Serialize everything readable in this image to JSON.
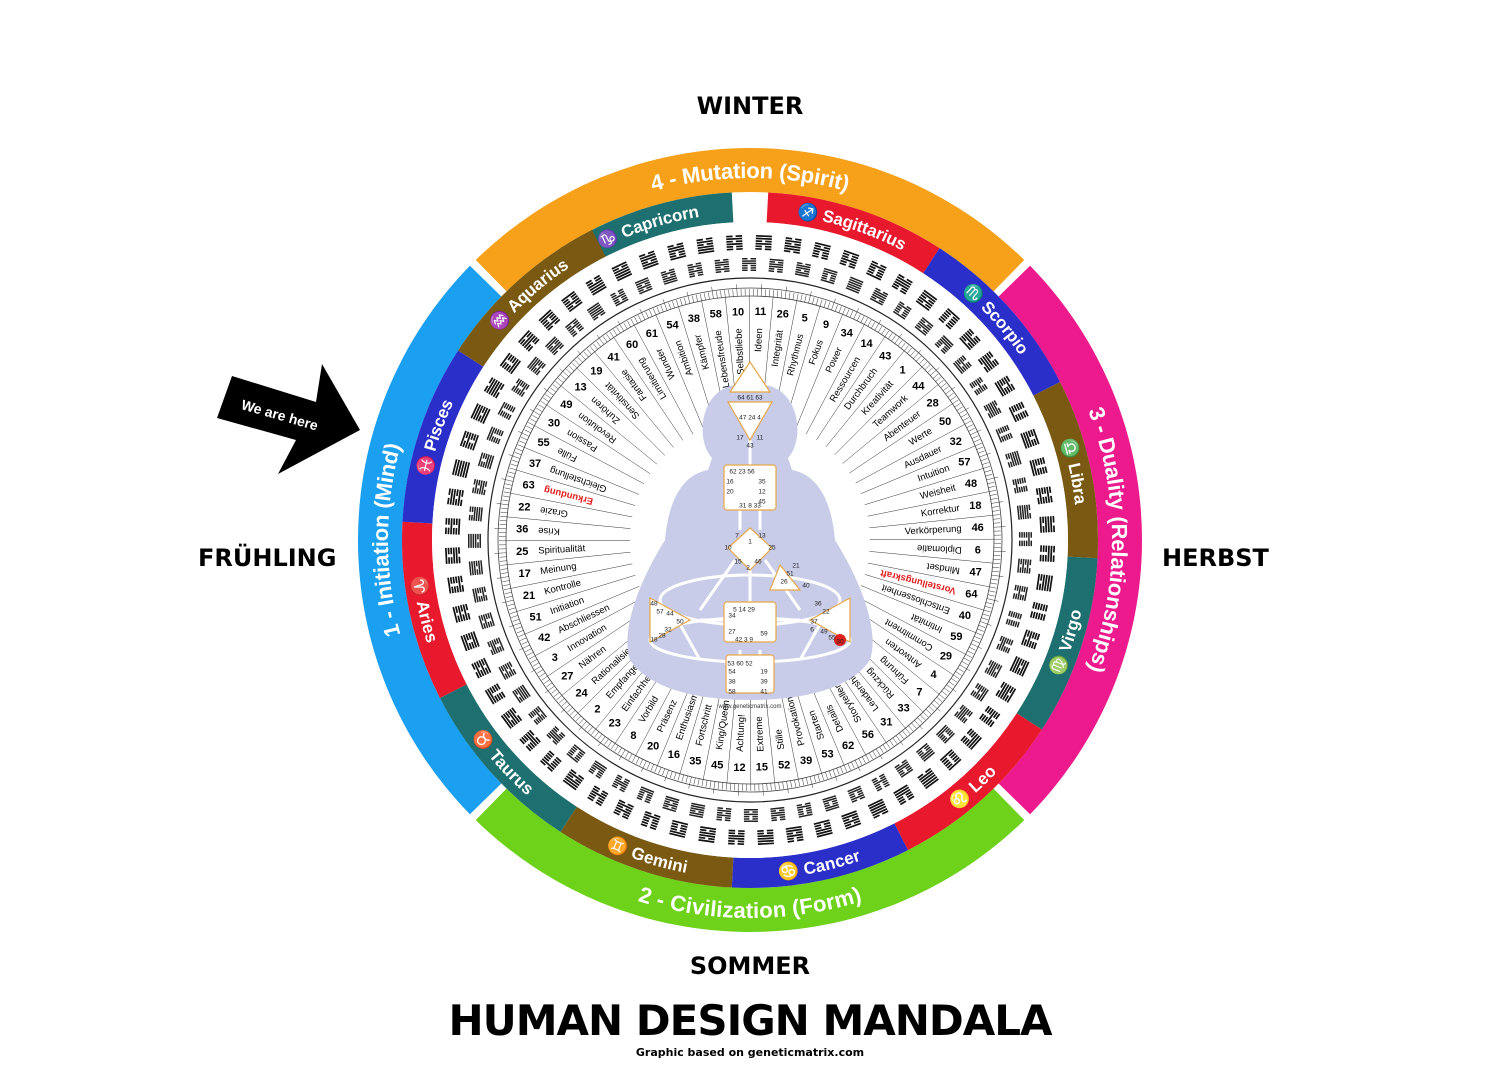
{
  "seasons": {
    "top": "WINTER",
    "bottom": "SOMMER",
    "left": "FRÜHLING",
    "right": "HERBST"
  },
  "title": "HUMAN DESIGN MANDALA",
  "credit": "Graphic based on geneticmatrix.com",
  "callout": "We are here",
  "bodygraph_credit": "www.geneticmatrix.com",
  "colors": {
    "spirit": "#f7a11b",
    "relationships": "#ec1a8d",
    "form": "#6fd21a",
    "mind": "#1b9ff0",
    "teal": "#1e6f6f",
    "red": "#e8192c",
    "blue": "#2b2fc9",
    "olive": "#7a5a12",
    "highlight": "#e0201e",
    "bodygraph": "#c9cce9"
  },
  "quarters": [
    {
      "id": "spirit",
      "label": "4 - Mutation (Spirit)",
      "color": "#f7a11b"
    },
    {
      "id": "relationships",
      "label": "3 - Duality (Relationships)",
      "color": "#ec1a8d"
    },
    {
      "id": "form",
      "label": "2 - Civilization (Form)",
      "color": "#6fd21a"
    },
    {
      "id": "mind",
      "label": "1 - Initiation (Mind)",
      "color": "#1b9ff0"
    }
  ],
  "zodiac": [
    {
      "name": "Capricorn",
      "symbol": "♑",
      "color": "#1e6f6f"
    },
    {
      "name": "Sagittarius",
      "symbol": "♐",
      "color": "#e8192c"
    },
    {
      "name": "Scorpio",
      "symbol": "♏",
      "color": "#2b2fc9"
    },
    {
      "name": "Libra",
      "symbol": "♎",
      "color": "#7a5a12"
    },
    {
      "name": "Virgo",
      "symbol": "♍",
      "color": "#1e6f6f"
    },
    {
      "name": "Leo",
      "symbol": "♌",
      "color": "#e8192c"
    },
    {
      "name": "Cancer",
      "symbol": "♋",
      "color": "#2b2fc9"
    },
    {
      "name": "Gemini",
      "symbol": "♊",
      "color": "#7a5a12"
    },
    {
      "name": "Taurus",
      "symbol": "♉",
      "color": "#1e6f6f"
    },
    {
      "name": "Aries",
      "symbol": "♈",
      "color": "#e8192c"
    },
    {
      "name": "Pisces",
      "symbol": "♓",
      "color": "#2b2fc9"
    },
    {
      "name": "Aquarius",
      "symbol": "♒",
      "color": "#7a5a12"
    }
  ],
  "gates": [
    {
      "num": "10",
      "word": "Selbstliebe"
    },
    {
      "num": "11",
      "word": "Ideen"
    },
    {
      "num": "26",
      "word": "Integrität"
    },
    {
      "num": "5",
      "word": "Rhythmus"
    },
    {
      "num": "9",
      "word": "Fokus"
    },
    {
      "num": "34",
      "word": "Power"
    },
    {
      "num": "14",
      "word": "Ressourcen"
    },
    {
      "num": "43",
      "word": "Durchbruch"
    },
    {
      "num": "1",
      "word": "Kreativität"
    },
    {
      "num": "44",
      "word": "Teamwork"
    },
    {
      "num": "28",
      "word": "Abenteuer"
    },
    {
      "num": "50",
      "word": "Werte"
    },
    {
      "num": "32",
      "word": "Ausdauer"
    },
    {
      "num": "57",
      "word": "Intuition"
    },
    {
      "num": "48",
      "word": "Weisheit"
    },
    {
      "num": "18",
      "word": "Korrektur"
    },
    {
      "num": "46",
      "word": "Verkörperung"
    },
    {
      "num": "6",
      "word": "Diplomatie"
    },
    {
      "num": "47",
      "word": "Mindset"
    },
    {
      "num": "64",
      "word": "Vorstellungskraft",
      "hl": true
    },
    {
      "num": "40",
      "word": "Entschlossenheit"
    },
    {
      "num": "59",
      "word": "Intimität"
    },
    {
      "num": "29",
      "word": "Commitment"
    },
    {
      "num": "4",
      "word": "Antworten"
    },
    {
      "num": "7",
      "word": "Führung"
    },
    {
      "num": "33",
      "word": "Rückzug"
    },
    {
      "num": "31",
      "word": "Leadership"
    },
    {
      "num": "56",
      "word": "Storyteller"
    },
    {
      "num": "62",
      "word": "Details"
    },
    {
      "num": "53",
      "word": "Starten"
    },
    {
      "num": "39",
      "word": "Provokation"
    },
    {
      "num": "52",
      "word": "Stille"
    },
    {
      "num": "15",
      "word": "Extreme"
    },
    {
      "num": "12",
      "word": "Achtung!"
    },
    {
      "num": "45",
      "word": "King/Queen"
    },
    {
      "num": "35",
      "word": "Fortschritt"
    },
    {
      "num": "16",
      "word": "Enthusiasmus"
    },
    {
      "num": "20",
      "word": "Präsenz"
    },
    {
      "num": "8",
      "word": "Vorbild"
    },
    {
      "num": "23",
      "word": "Einfachheit"
    },
    {
      "num": "2",
      "word": "Empfangen"
    },
    {
      "num": "24",
      "word": "Rationalisieren"
    },
    {
      "num": "27",
      "word": "Nähren"
    },
    {
      "num": "3",
      "word": "Innovation"
    },
    {
      "num": "42",
      "word": "Abschliessen"
    },
    {
      "num": "51",
      "word": "Initiation"
    },
    {
      "num": "21",
      "word": "Kontrolle"
    },
    {
      "num": "17",
      "word": "Meinung"
    },
    {
      "num": "25",
      "word": "Spiritualität"
    },
    {
      "num": "36",
      "word": "Krise"
    },
    {
      "num": "22",
      "word": "Grazie"
    },
    {
      "num": "63",
      "word": "Erkundung",
      "hl": true
    },
    {
      "num": "37",
      "word": "Gleichstellung"
    },
    {
      "num": "55",
      "word": "Fülle"
    },
    {
      "num": "30",
      "word": "Passion"
    },
    {
      "num": "49",
      "word": "Revolution"
    },
    {
      "num": "13",
      "word": "Zuhören"
    },
    {
      "num": "19",
      "word": "Sensitivität"
    },
    {
      "num": "41",
      "word": "Fantasie"
    },
    {
      "num": "60",
      "word": "Limitierung"
    },
    {
      "num": "61",
      "word": "Wunder"
    },
    {
      "num": "54",
      "word": "Ambition"
    },
    {
      "num": "38",
      "word": "Kämpfer"
    },
    {
      "num": "58",
      "word": "Lebensfreude"
    }
  ],
  "bodygraph_numbers": [
    {
      "t": "64 61 63"
    },
    {
      "t": "47 24 4"
    },
    {
      "t": "17"
    },
    {
      "t": "11"
    },
    {
      "t": "43"
    },
    {
      "t": "62 23 56"
    },
    {
      "t": "16"
    },
    {
      "t": "35"
    },
    {
      "t": "20"
    },
    {
      "t": "12"
    },
    {
      "t": "45"
    },
    {
      "t": "31 8 33"
    },
    {
      "t": "7"
    },
    {
      "t": "1"
    },
    {
      "t": "13"
    },
    {
      "t": "10"
    },
    {
      "t": "25"
    },
    {
      "t": "15"
    },
    {
      "t": "2"
    },
    {
      "t": "46"
    },
    {
      "t": "21"
    },
    {
      "t": "51"
    },
    {
      "t": "26"
    },
    {
      "t": "40"
    },
    {
      "t": "48"
    },
    {
      "t": "57"
    },
    {
      "t": "44"
    },
    {
      "t": "50"
    },
    {
      "t": "32"
    },
    {
      "t": "28"
    },
    {
      "t": "18"
    },
    {
      "t": "5 14 29"
    },
    {
      "t": "34"
    },
    {
      "t": "27"
    },
    {
      "t": "59"
    },
    {
      "t": "42 3 9"
    },
    {
      "t": "36"
    },
    {
      "t": "22"
    },
    {
      "t": "37"
    },
    {
      "t": "6"
    },
    {
      "t": "49"
    },
    {
      "t": "55"
    },
    {
      "t": "30"
    },
    {
      "t": "53 60 52"
    },
    {
      "t": "54"
    },
    {
      "t": "19"
    },
    {
      "t": "38"
    },
    {
      "t": "39"
    },
    {
      "t": "58"
    },
    {
      "t": "41"
    }
  ]
}
